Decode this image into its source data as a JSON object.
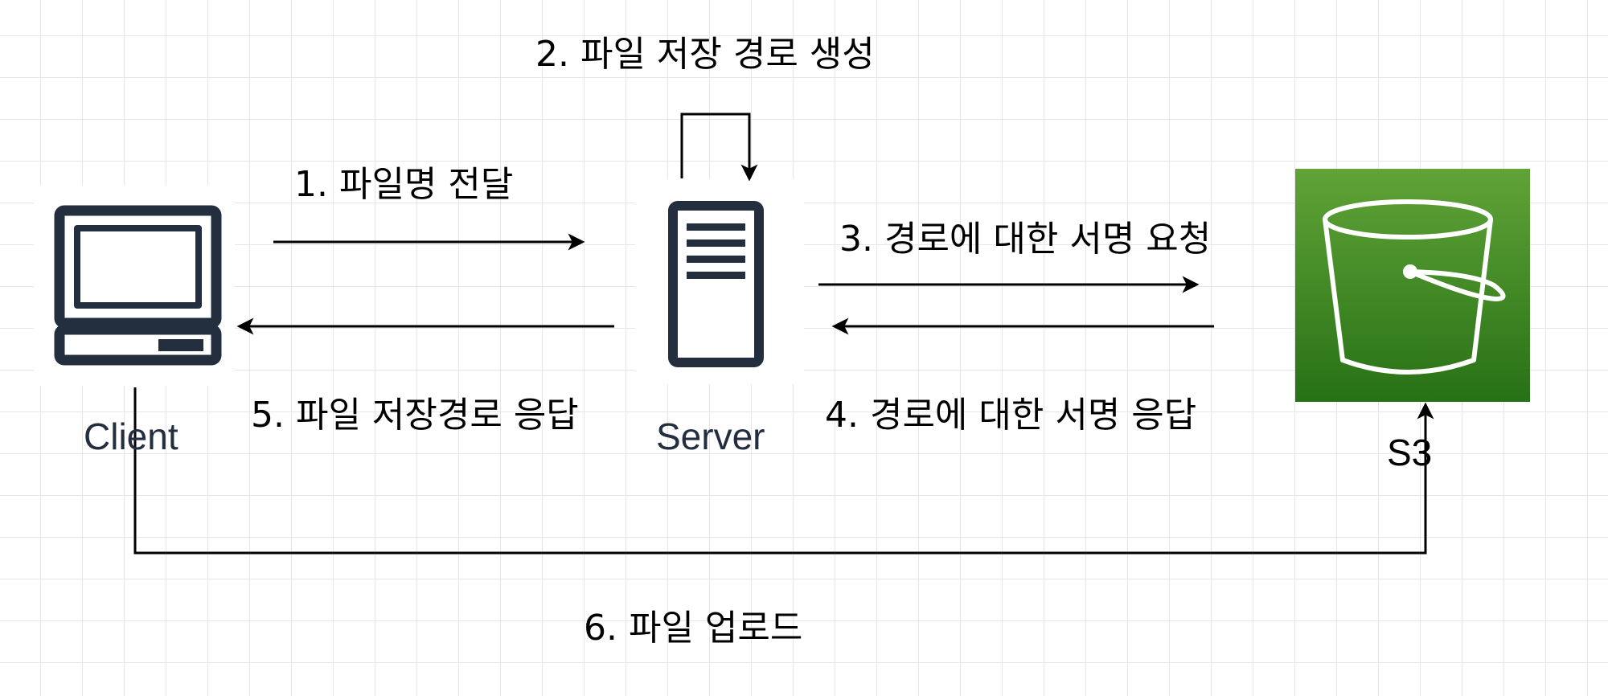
{
  "nodes": {
    "client": {
      "label": "Client",
      "icon": "computer-icon",
      "label_color": "#232f3e"
    },
    "server": {
      "label": "Server",
      "icon": "server-icon",
      "label_color": "#232f3e"
    },
    "s3": {
      "label": "S3",
      "icon": "bucket-icon",
      "label_color": "#000000",
      "gradient_top": "#60a337",
      "gradient_bottom": "#277116"
    }
  },
  "steps": {
    "step1": "1. 파일명 전달",
    "step2": "2. 파일 저장 경로 생성",
    "step3": "3. 경로에 대한 서명 요청",
    "step4": "4. 경로에 대한 서명 응답",
    "step5": "5. 파일 저장경로 응답",
    "step6": "6. 파일 업로드"
  },
  "colors": {
    "icon_stroke": "#232f3e",
    "arrow": "#000000",
    "grid": "#e6e6e6"
  }
}
